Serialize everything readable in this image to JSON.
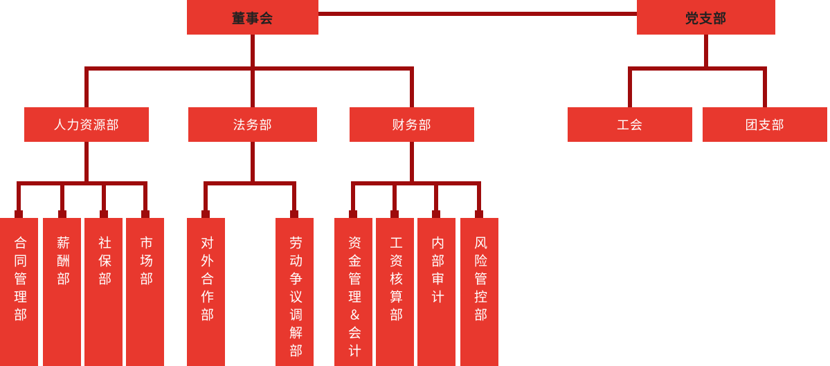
{
  "colors": {
    "node_fill": "#e8382e",
    "connector": "#9e0b0c",
    "root_text": "#212121",
    "node_text": "#ffffff"
  },
  "nodes": {
    "board": "董事会",
    "party_branch": "党支部",
    "hr_dept": "人力资源部",
    "legal_dept": "法务部",
    "finance_dept": "财务部",
    "labor_union": "工会",
    "youth_league": "团支部",
    "hr_children": [
      "合同管理部",
      "薪酬部",
      "社保部",
      "市场部"
    ],
    "legal_children": [
      "对外合作部",
      "劳动争议调解部"
    ],
    "finance_children": [
      "资金管理＆会计",
      "工资核算部",
      "内部审计",
      "风险管控部"
    ]
  }
}
